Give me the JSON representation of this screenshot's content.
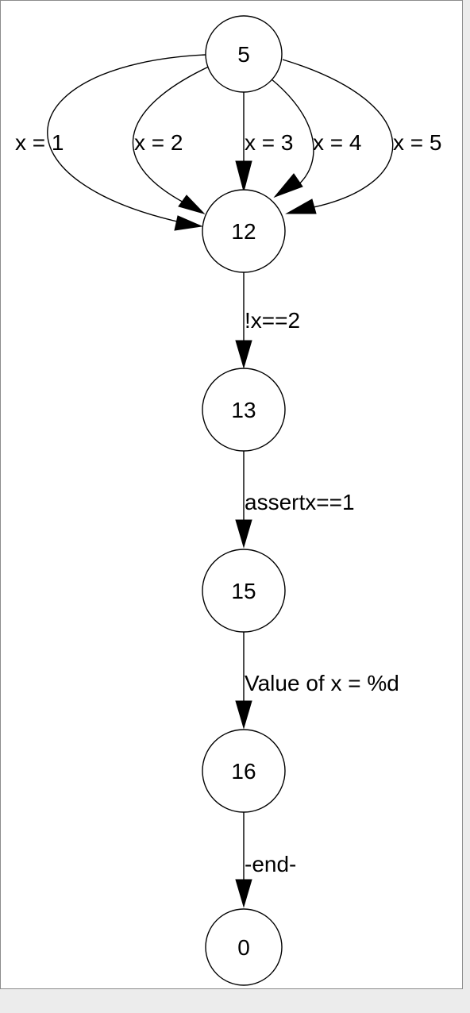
{
  "graph": {
    "nodes": {
      "n5": "5",
      "n12": "12",
      "n13": "13",
      "n15": "15",
      "n16": "16",
      "n0": "0"
    },
    "edges": {
      "e5_12_x1": "x = 1",
      "e5_12_x2": "x = 2",
      "e5_12_x3": "x = 3",
      "e5_12_x4": "x = 4",
      "e5_12_x5": "x = 5",
      "e12_13": "!x==2",
      "e13_15": "assertx==1",
      "e15_16": "Value of x = %d",
      "e16_0": "-end-"
    }
  }
}
